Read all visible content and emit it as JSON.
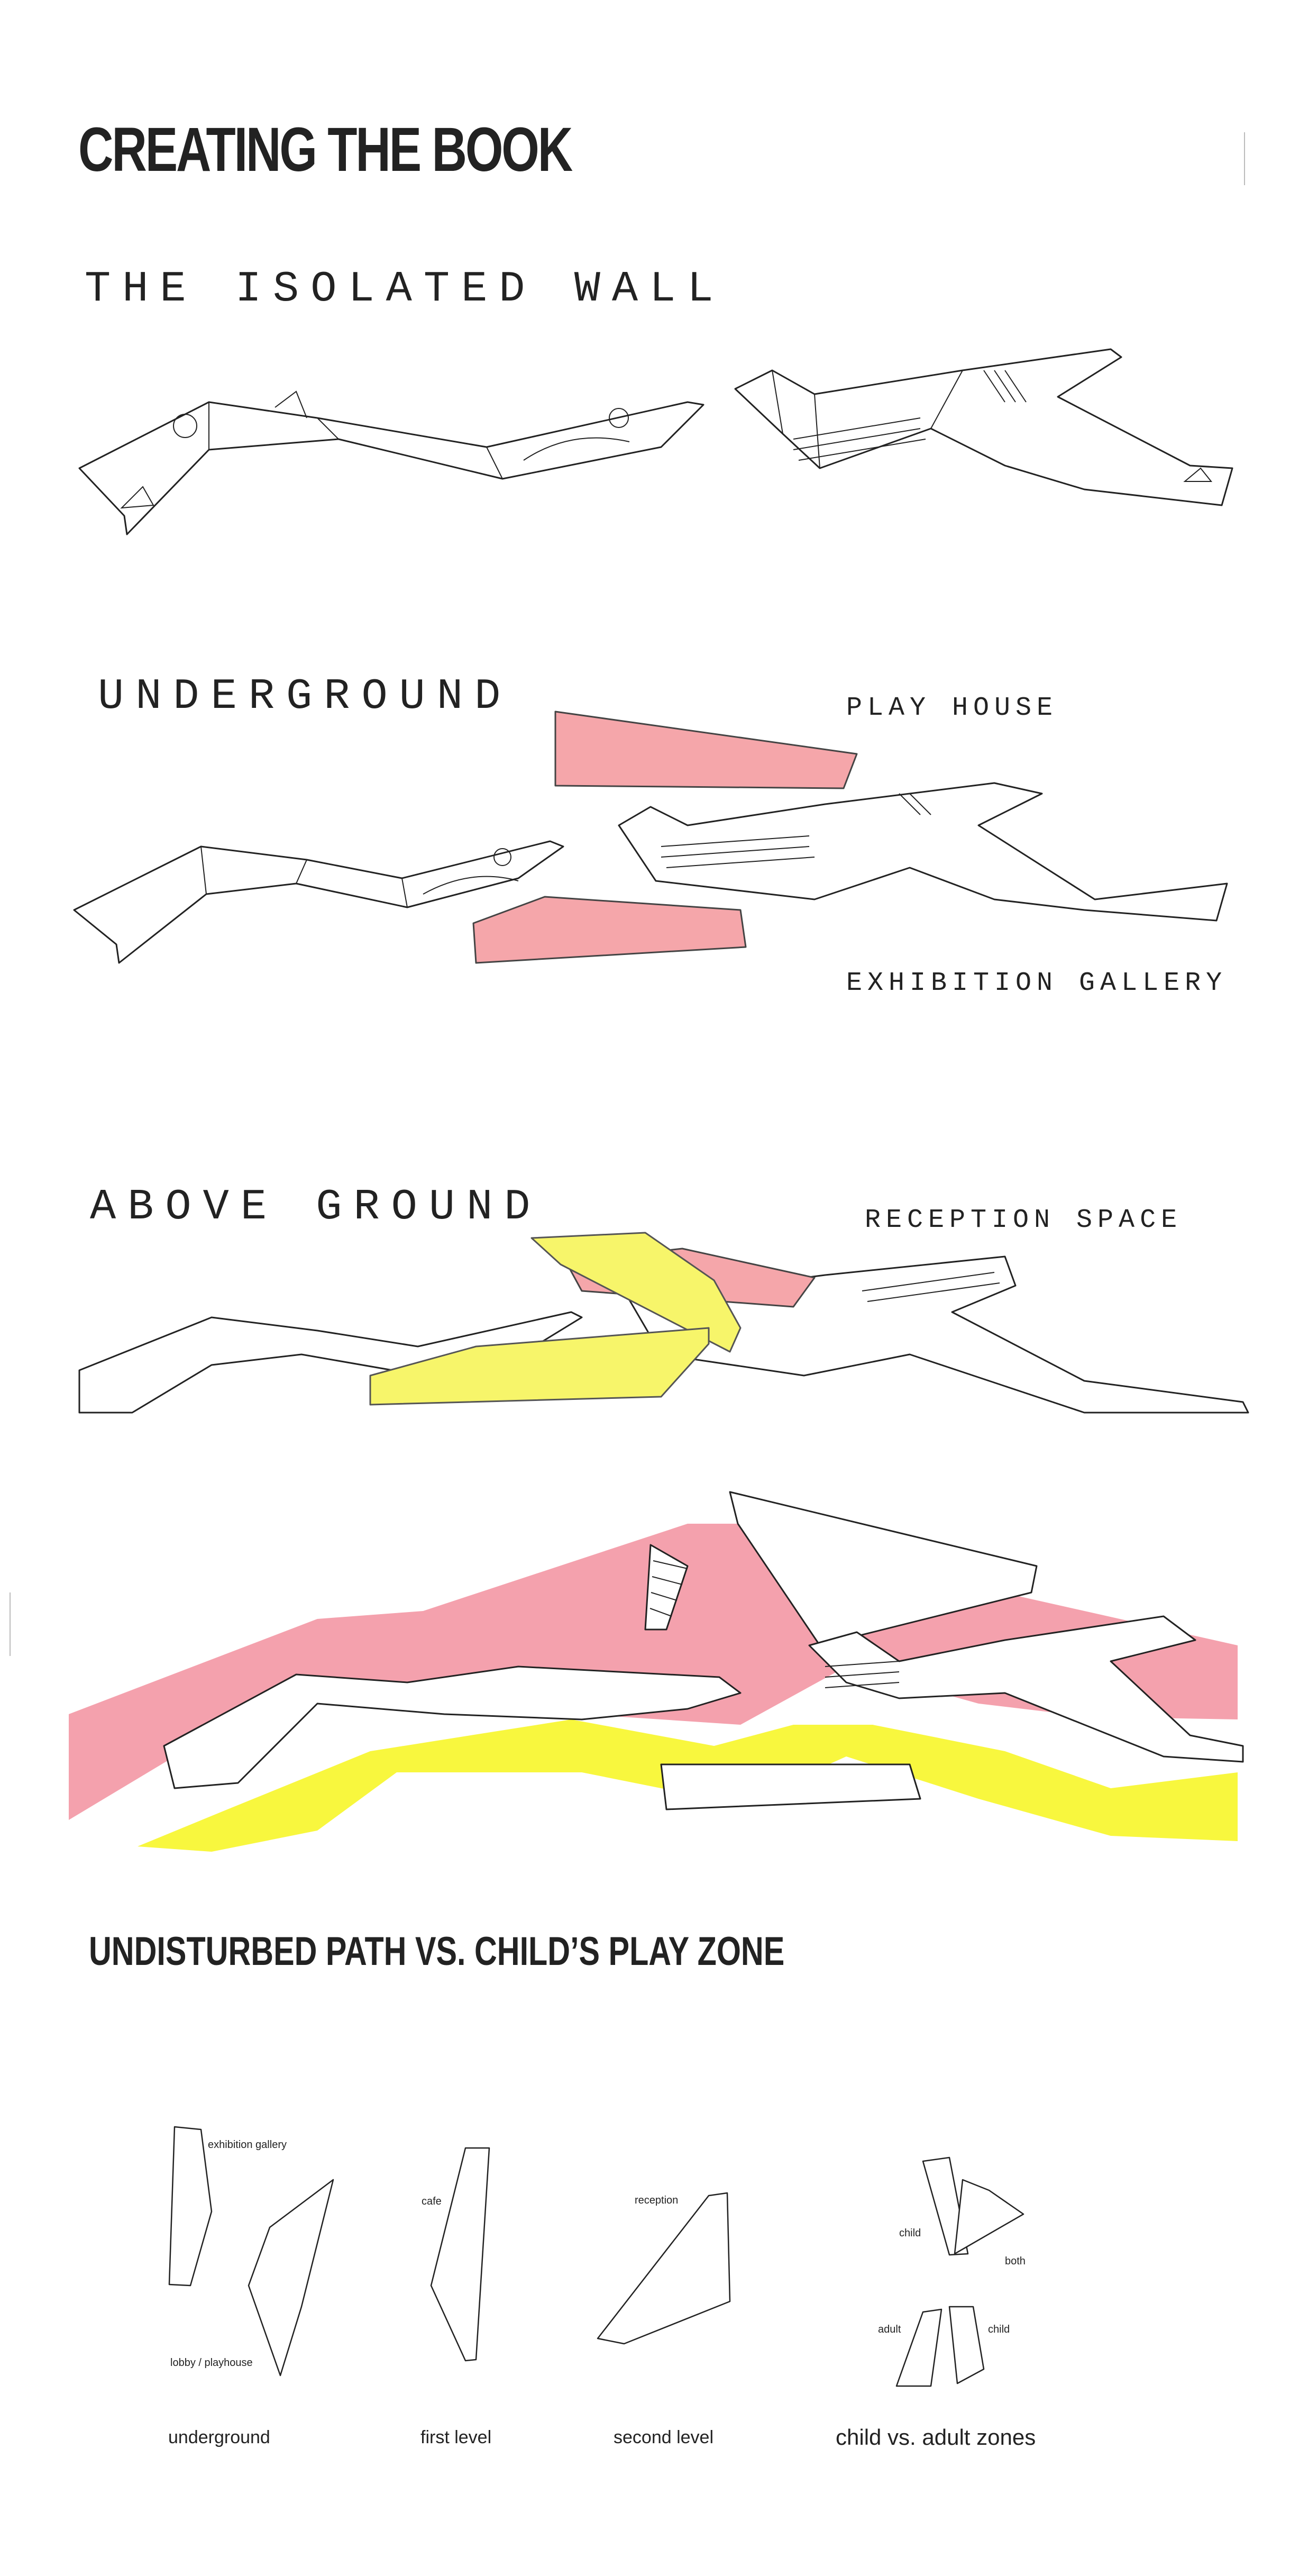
{
  "page_title": "CREATING THE BOOK",
  "sections": {
    "isolated_wall": "THE ISOLATED WALL",
    "underground": "UNDERGROUND",
    "above_ground": "ABOVE GROUND",
    "path_vs_play": "UNDISTURBED PATH VS. CHILD’S PLAY ZONE"
  },
  "labels": {
    "play_house": "PLAY HOUSE",
    "exhibition_gallery": "EXHIBITION GALLERY",
    "reception_space": "RECEPTION SPACE"
  },
  "plans": {
    "underground": {
      "caption": "underground",
      "exhibition_gallery": "exhibition gallery",
      "lobby_playhouse": "lobby / playhouse"
    },
    "first_level": {
      "caption": "first level",
      "cafe": "cafe"
    },
    "second_level": {
      "caption": "second level",
      "reception": "reception"
    },
    "zones": {
      "caption": "child vs. adult zones",
      "child_top": "child",
      "both": "both",
      "adult": "adult",
      "child_bottom": "child"
    }
  },
  "colors": {
    "pink": "#f5a6aa",
    "yellow": "#f7f56a",
    "ink": "#222222"
  }
}
